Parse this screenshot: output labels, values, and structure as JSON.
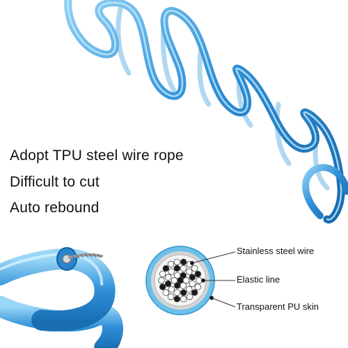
{
  "features": {
    "line1": "Adopt TPU steel wire rope",
    "line2": "Difficult to cut",
    "line3": "Auto rebound"
  },
  "diagram": {
    "labels": {
      "outer": "Stainless steel wire",
      "middle": "Elastic line",
      "inner": "Transparent PU skin"
    }
  },
  "colors": {
    "cable_blue": "#2e8fd6",
    "cable_highlight": "#8fd0f5",
    "cable_dark": "#1669ad",
    "skin_ring": "#5ab5e6",
    "text": "#111111"
  }
}
